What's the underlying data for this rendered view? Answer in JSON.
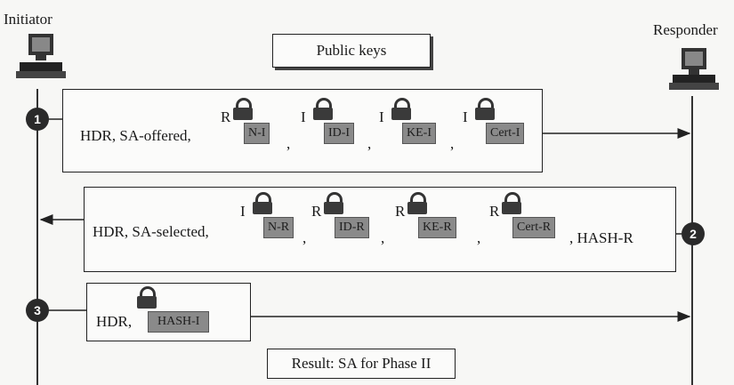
{
  "initiator_label": "Initiator",
  "responder_label": "Responder",
  "top_box": "Public keys",
  "bottom_box": "Result: SA for Phase II",
  "messages": [
    {
      "step": "1",
      "prefix": "HDR, SA-offered,",
      "items": [
        {
          "key": "R",
          "payload": "N-I"
        },
        {
          "key": "I",
          "payload": "ID-I"
        },
        {
          "key": "I",
          "payload": "KE-I"
        },
        {
          "key": "I",
          "payload": "Cert-I"
        }
      ]
    },
    {
      "step": "2",
      "prefix": "HDR, SA-selected,",
      "items": [
        {
          "key": "I",
          "payload": "N-R"
        },
        {
          "key": "R",
          "payload": "ID-R"
        },
        {
          "key": "R",
          "payload": "KE-R"
        },
        {
          "key": "R",
          "payload": "Cert-R"
        }
      ],
      "suffix": ", HASH-R"
    },
    {
      "step": "3",
      "prefix": "HDR,",
      "items": [
        {
          "key": "",
          "payload": "HASH-I"
        }
      ]
    }
  ],
  "separator": ","
}
